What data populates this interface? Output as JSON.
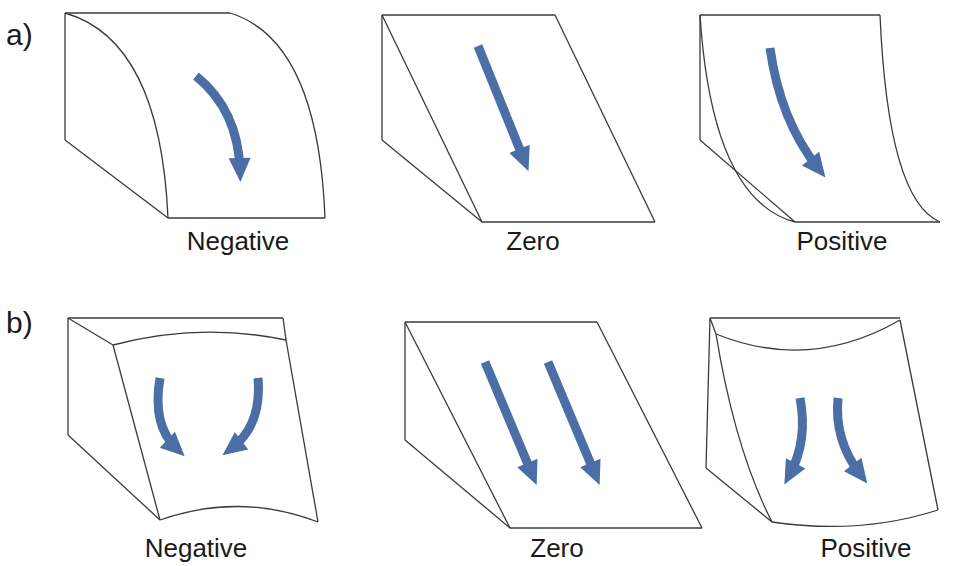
{
  "diagram": {
    "labels": [
      "a)",
      "Negative",
      "Zero",
      "Positive",
      "b)",
      "Negative",
      "Zero",
      "Positive"
    ]
  }
}
